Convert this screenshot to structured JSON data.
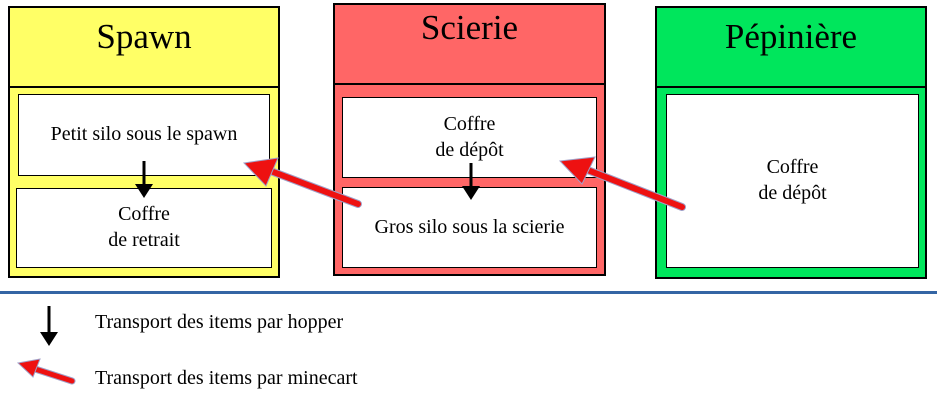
{
  "zones": [
    {
      "title": "Spawn",
      "color": "#ffff66",
      "boxes": [
        "Petit silo sous le spawn",
        "Coffre\nde retrait"
      ]
    },
    {
      "title": "Scierie",
      "color": "#ff6666",
      "boxes": [
        "Coffre\nde dépôt",
        "Gros silo sous la scierie"
      ]
    },
    {
      "title": "Pépinière",
      "color": "#00e65c",
      "boxes": [
        "Coffre\nde dépôt"
      ]
    }
  ],
  "divider_color": "#3465a4",
  "legend": [
    {
      "icon": "black-down-arrow-icon",
      "label": "Transport des items par hopper"
    },
    {
      "icon": "red-arrow-icon",
      "label": "Transport des items par minecart"
    }
  ],
  "colors": {
    "minecart_arrow": "#ee1111",
    "hopper_arrow": "#000000"
  }
}
